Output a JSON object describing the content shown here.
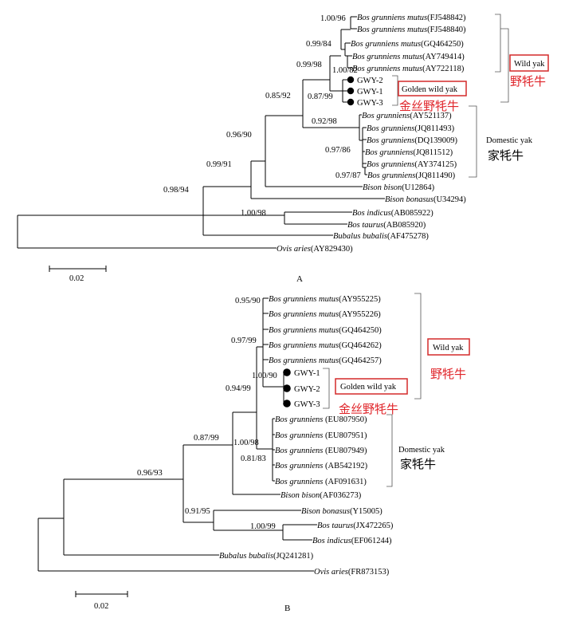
{
  "trees": [
    {
      "panel_label": "A",
      "scale_bar_label": "0.02",
      "taxa": [
        {
          "species": "Bos grunniens mutus",
          "accession": "(FJ548842)"
        },
        {
          "species": "Bos grunniens mutus",
          "accession": "(FJ548840)"
        },
        {
          "species": "Bos grunniens mutus",
          "accession": "(GQ464250)"
        },
        {
          "species": "Bos grunniens mutus",
          "accession": "(AY749414)"
        },
        {
          "species": "Bos grunniens mutus",
          "accession": "(AY722118)"
        },
        {
          "species": "",
          "accession": "GWY-2",
          "marker": true
        },
        {
          "species": "",
          "accession": "GWY-1",
          "marker": true
        },
        {
          "species": "",
          "accession": "GWY-3",
          "marker": true
        },
        {
          "species": "Bos grunniens",
          "accession": "(AY521137)"
        },
        {
          "species": "Bos grunniens",
          "accession": "(JQ811493)"
        },
        {
          "species": "Bos grunniens",
          "accession": "(DQ139009)"
        },
        {
          "species": "Bos grunniens",
          "accession": "(JQ811512)"
        },
        {
          "species": "Bos grunniens",
          "accession": "(AY374125)"
        },
        {
          "species": "Bos grunniens",
          "accession": "(JQ811490)"
        },
        {
          "species": "Bison bison",
          "accession": "(U12864)"
        },
        {
          "species": "Bison bonasus",
          "accession": "(U34294)"
        },
        {
          "species": "Bos indicus",
          "accession": "(AB085922)"
        },
        {
          "species": "Bos taurus",
          "accession": "(AB085920)"
        },
        {
          "species": "Bubalus bubalis",
          "accession": "(AF475278)"
        },
        {
          "species": "Ovis aries",
          "accession": "(AY829430)"
        }
      ],
      "supports": [
        "1.00/96",
        "0.99/84",
        "1.00/82",
        "0.99/98",
        "0.87/99",
        "0.85/92",
        "0.92/98",
        "0.97/86",
        "0.97/87",
        "0.96/90",
        "0.99/91",
        "0.98/94",
        "1.00/98"
      ],
      "groups": {
        "wild_en": "Wild yak",
        "wild_zh": "野牦牛",
        "golden_en": "Golden wild yak",
        "golden_zh": "金丝野牦牛",
        "domestic_en": "Domestic yak",
        "domestic_zh": "家牦牛"
      }
    },
    {
      "panel_label": "B",
      "scale_bar_label": "0.02",
      "taxa": [
        {
          "species": "Bos grunniens mutus",
          "accession": "(AY955225)"
        },
        {
          "species": "Bos grunniens mutus",
          "accession": "(AY955226)"
        },
        {
          "species": "Bos grunniens mutus",
          "accession": "(GQ464250)"
        },
        {
          "species": "Bos grunniens mutus",
          "accession": "(GQ464262)"
        },
        {
          "species": "Bos grunniens mutus",
          "accession": "(GQ464257)"
        },
        {
          "species": "",
          "accession": "GWY-1",
          "marker": true
        },
        {
          "species": "",
          "accession": "GWY-2",
          "marker": true
        },
        {
          "species": "",
          "accession": "GWY-3",
          "marker": true
        },
        {
          "species": "Bos grunniens",
          "accession": " (EU807950)"
        },
        {
          "species": "Bos grunniens",
          "accession": " (EU807951)"
        },
        {
          "species": "Bos grunniens",
          "accession": " (EU807949)"
        },
        {
          "species": "Bos grunniens",
          "accession": " (AB542192)"
        },
        {
          "species": "Bos grunniens",
          "accession": " (AF091631)"
        },
        {
          "species": "Bison bison",
          "accession": "(AF036273)"
        },
        {
          "species": "Bison bonasus",
          "accession": "(Y15005)"
        },
        {
          "species": "Bos taurus",
          "accession": "(JX472265)"
        },
        {
          "species": "Bos indicus",
          "accession": "(EF061244)"
        },
        {
          "species": "Bubalus bubalis",
          "accession": "(JQ241281)"
        },
        {
          "species": "Ovis aries",
          "accession": "(FR873153)"
        }
      ],
      "supports": [
        "0.95/90",
        "0.97/99",
        "1.00/90",
        "0.94/99",
        "1.00/98",
        "0.81/83",
        "0.87/99",
        "0.96/93",
        "0.91/95",
        "1.00/99"
      ],
      "groups": {
        "wild_en": "Wild yak",
        "wild_zh": "野牦牛",
        "golden_en": "Golden wild yak",
        "golden_zh": "金丝野牦牛",
        "domestic_en": "Domestic yak",
        "domestic_zh": "家牦牛"
      }
    }
  ]
}
